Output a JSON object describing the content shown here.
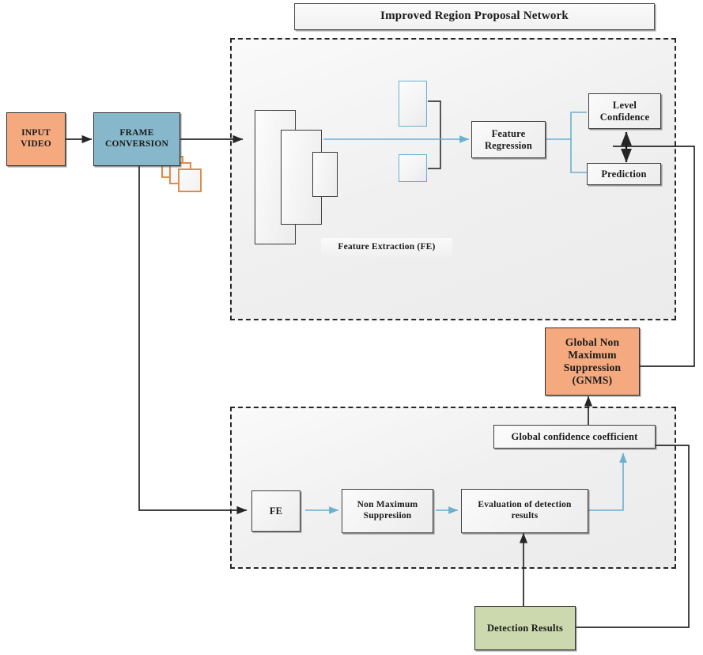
{
  "diagram": {
    "title": "Improved Region Proposal Network",
    "regions": {
      "rpn_label": "Improved Region Proposal Network",
      "fe_label": "Feature Extraction (FE)"
    },
    "nodes": {
      "input_video": "INPUT VIDEO",
      "frame_conversion": "FRAME CONVERSION",
      "feature_regression": "Feature Regression",
      "level_confidence": "Level Confidence",
      "prediction": "Prediction",
      "gnms": "Global Non Maximum Suppression (GNMS)",
      "fe_small": "FE",
      "non_maximum_suppression": "Non Maximum Suppresiion",
      "evaluation": "Evaluation of detection results",
      "global_confidence": "Global confidence coefficient",
      "detection_results": "Detection Results"
    },
    "node_lines": {
      "input_video": [
        "INPUT",
        "VIDEO"
      ],
      "frame_conversion": [
        "FRAME",
        "CONVERSION"
      ],
      "feature_regression": [
        "Feature",
        "Regression"
      ],
      "level_confidence": [
        "Level",
        "Confidence"
      ],
      "prediction": [
        "Prediction"
      ],
      "gnms": [
        "Global Non",
        "Maximum",
        "Suppression",
        "(GNMS)"
      ],
      "fe_small": [
        "FE"
      ],
      "non_maximum_suppression": [
        "Non Maximum",
        "Suppresiion"
      ],
      "evaluation": [
        "Evaluation of detection",
        "results"
      ],
      "global_confidence": [
        "Global confidence coefficient"
      ],
      "detection_results": [
        "Detection Results"
      ]
    },
    "colors": {
      "orange": "#f4a97f",
      "blue": "#86b7cb",
      "green": "#ccd9ae",
      "arrow_blue": "#6ab0d0",
      "arrow_black": "#262626",
      "panel_gray": "#f0f0f0",
      "frame_card_border": "#e08b4a"
    },
    "edges": [
      {
        "from": "input_video",
        "to": "frame_conversion",
        "color": "black"
      },
      {
        "from": "frame_conversion",
        "to": "feature_extraction",
        "color": "black"
      },
      {
        "from": "frame_conversion",
        "to": "fe_small",
        "color": "black"
      },
      {
        "from": "feature_extraction",
        "to": "feature_regression",
        "color": "blue"
      },
      {
        "from": "feature_regression",
        "to": "level_confidence",
        "color": "blue"
      },
      {
        "from": "feature_regression",
        "to": "prediction",
        "color": "blue"
      },
      {
        "from": "level_confidence",
        "to": "prediction",
        "color": "black",
        "style": "double-arrow"
      },
      {
        "from": "rpn_output",
        "to": "gnms",
        "color": "black"
      },
      {
        "from": "fe_small",
        "to": "non_maximum_suppression",
        "color": "blue"
      },
      {
        "from": "non_maximum_suppression",
        "to": "evaluation",
        "color": "blue"
      },
      {
        "from": "evaluation",
        "to": "global_confidence",
        "color": "blue"
      },
      {
        "from": "global_confidence",
        "to": "gnms",
        "color": "black"
      },
      {
        "from": "detection_results",
        "to": "evaluation",
        "color": "black"
      },
      {
        "from": "detection_results",
        "to": "global_confidence",
        "color": "black"
      }
    ]
  }
}
